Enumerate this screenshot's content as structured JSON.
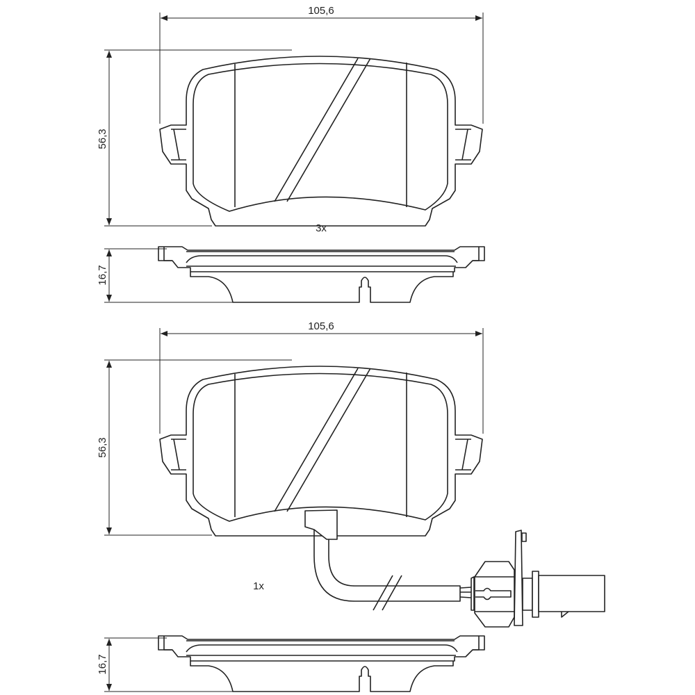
{
  "drawing": {
    "top_view": {
      "width_label": "105,6",
      "height_label": "56,3",
      "thickness_label": "16,7",
      "quantity": "3x"
    },
    "bottom_view": {
      "width_label": "105,6",
      "height_label": "56,3",
      "thickness_label": "16,7",
      "quantity": "1x",
      "has_wear_sensor": true
    },
    "line_color": "#222222"
  }
}
